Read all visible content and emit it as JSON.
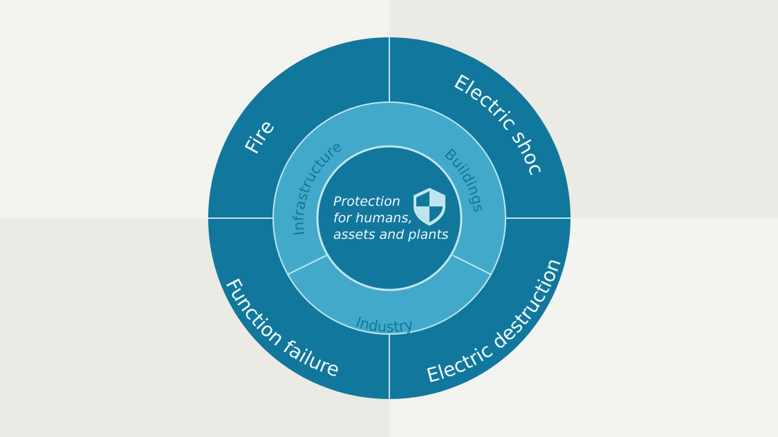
{
  "colors": {
    "background_light": "#f3f4f0",
    "background_dark": "#ebeae4",
    "outer_ring": "#12779c",
    "middle_ring": "#43a9ca",
    "center": "#12779c",
    "divider": "#bfe6f0",
    "outer_text": "#eef9fc",
    "middle_text": "#12779c",
    "center_text": "#eef9fc",
    "shield_dark": "#12779c",
    "shield_light": "#bfe6f0"
  },
  "risks": {
    "fire": "Fire",
    "electric_shock": "Electric shock",
    "function_failure": "Function failure",
    "electric_destruction": "Electric destruction"
  },
  "sectors": {
    "infrastructure": "Infrastructure",
    "buildings": "Buildings",
    "industry": "Industry"
  },
  "center": {
    "line1": "Protection",
    "line2": "for humans,",
    "line3": "assets and plants"
  },
  "icon": "shield-icon"
}
